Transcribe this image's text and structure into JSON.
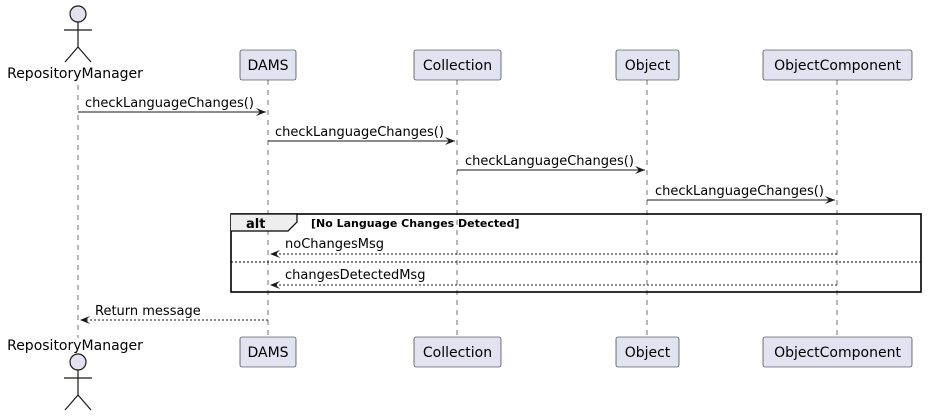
{
  "diagram": {
    "type": "sequence",
    "colors": {
      "participant_fill": "#e2e2f0",
      "participant_stroke": "#181818",
      "lifeline": "#181818",
      "arrow": "#181818",
      "background": "#ffffff"
    },
    "actor": {
      "name": "RepositoryManager"
    },
    "participants": [
      {
        "name": "DAMS"
      },
      {
        "name": "Collection"
      },
      {
        "name": "Object"
      },
      {
        "name": "ObjectComponent"
      }
    ],
    "messages": [
      {
        "label": "checkLanguageChanges()",
        "from": "RepositoryManager",
        "to": "DAMS",
        "style": "solid"
      },
      {
        "label": "checkLanguageChanges()",
        "from": "DAMS",
        "to": "Collection",
        "style": "solid"
      },
      {
        "label": "checkLanguageChanges()",
        "from": "Collection",
        "to": "Object",
        "style": "solid"
      },
      {
        "label": "checkLanguageChanges()",
        "from": "Object",
        "to": "ObjectComponent",
        "style": "solid"
      },
      {
        "label": "noChangesMsg",
        "from": "ObjectComponent",
        "to": "DAMS",
        "style": "dashed"
      },
      {
        "label": "changesDetectedMsg",
        "from": "ObjectComponent",
        "to": "DAMS",
        "style": "dashed"
      },
      {
        "label": "Return message",
        "from": "DAMS",
        "to": "RepositoryManager",
        "style": "dashed"
      }
    ],
    "alt_fragment": {
      "keyword": "alt",
      "guard": "[No Language Changes Detected]"
    }
  }
}
